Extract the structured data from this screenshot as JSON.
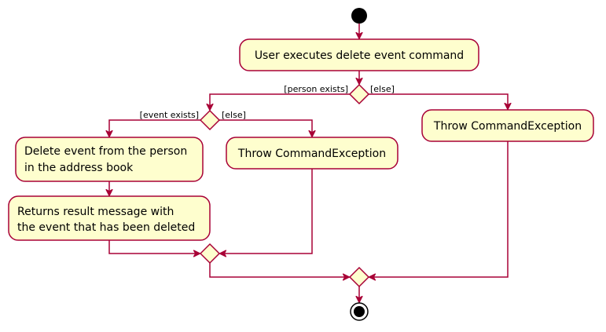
{
  "colors": {
    "activity_fill": "#FEFECE",
    "border": "#A80036",
    "text": "#000000",
    "node": "#000000"
  },
  "activities": {
    "user_executes": "User executes delete event command",
    "throw_outer": "Throw CommandException",
    "throw_inner": "Throw CommandException",
    "delete_event_line1": "Delete event from the person",
    "delete_event_line2": "in the address book",
    "returns_line1": "Returns result message with",
    "returns_line2": "the event that has been deleted"
  },
  "guards": {
    "person_exists": "[person exists]",
    "else_outer": "[else]",
    "event_exists": "[event exists]",
    "else_inner": "[else]"
  }
}
